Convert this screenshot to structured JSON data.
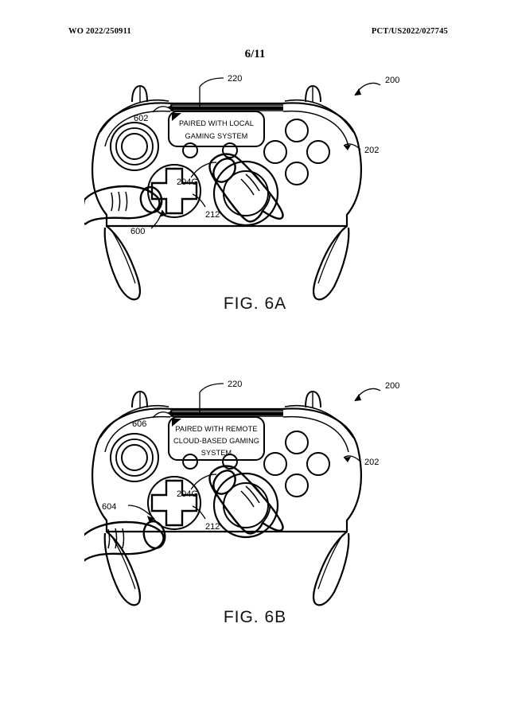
{
  "header": {
    "publication_number": "WO 2022/250911",
    "application_number": "PCT/US2022/027745",
    "sheet_number": "6/11"
  },
  "figures": [
    {
      "id": "fig-6a",
      "caption": "FIG. 6A",
      "callout": {
        "lines": [
          "PAIRED WITH LOCAL",
          "GAMING SYSTEM"
        ],
        "leader_label": "602"
      },
      "reference_numerals": [
        {
          "label": "220",
          "target": "display-bar"
        },
        {
          "label": "200",
          "target": "controller-assembly"
        },
        {
          "label": "602",
          "target": "callout-box"
        },
        {
          "label": "202",
          "target": "controller-body"
        },
        {
          "label": "204G",
          "target": "menu-button"
        },
        {
          "label": "212",
          "target": "dpad"
        },
        {
          "label": "600",
          "target": "left-thumb-contact"
        }
      ]
    },
    {
      "id": "fig-6b",
      "caption": "FIG. 6B",
      "callout": {
        "lines": [
          "PAIRED WITH REMOTE",
          "CLOUD-BASED GAMING",
          "SYSTEM"
        ],
        "leader_label": "606"
      },
      "reference_numerals": [
        {
          "label": "220",
          "target": "display-bar"
        },
        {
          "label": "200",
          "target": "controller-assembly"
        },
        {
          "label": "606",
          "target": "callout-box"
        },
        {
          "label": "202",
          "target": "controller-body"
        },
        {
          "label": "204G",
          "target": "menu-button"
        },
        {
          "label": "212",
          "target": "dpad"
        },
        {
          "label": "604",
          "target": "thumb-approach-arrow"
        }
      ]
    }
  ],
  "colors": {
    "ink": "#000000",
    "paper": "#ffffff"
  }
}
